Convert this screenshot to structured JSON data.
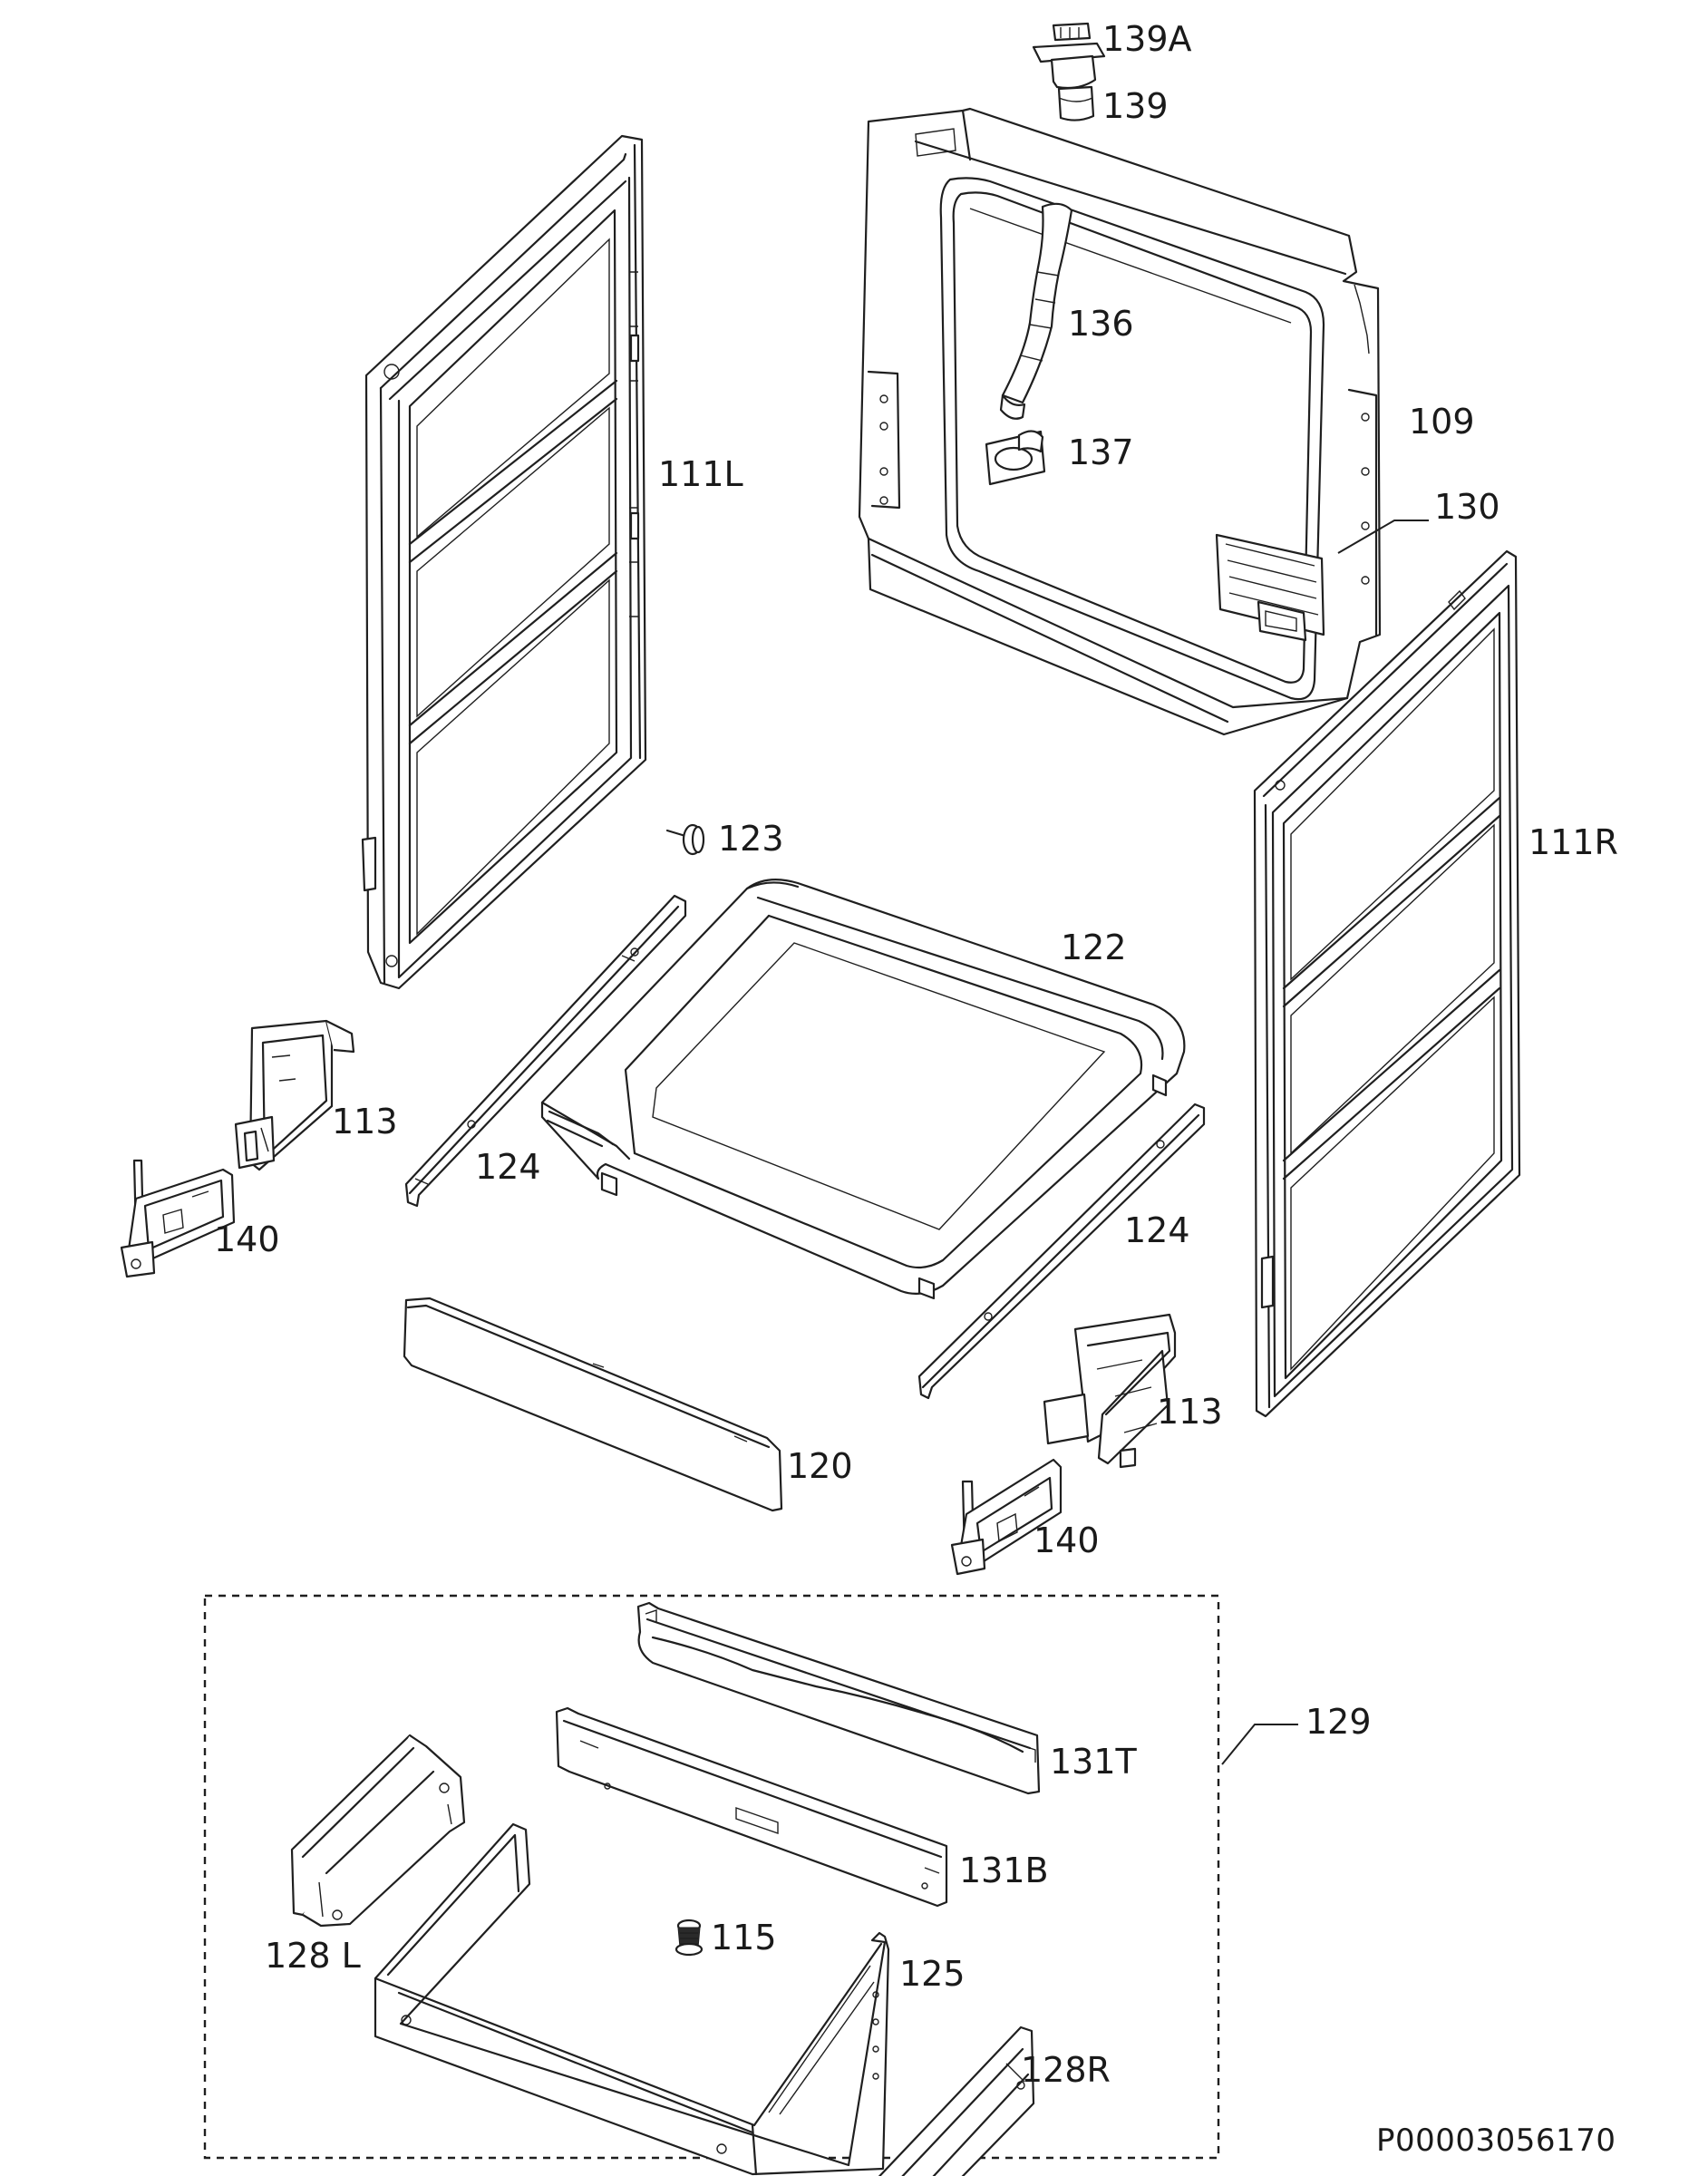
{
  "diagram": {
    "document_code": "P00003056170",
    "parts": [
      {
        "id": "139A",
        "label": "139A"
      },
      {
        "id": "139",
        "label": "139"
      },
      {
        "id": "136",
        "label": "136"
      },
      {
        "id": "137",
        "label": "137"
      },
      {
        "id": "109",
        "label": "109"
      },
      {
        "id": "130",
        "label": "130"
      },
      {
        "id": "111L",
        "label": "111L"
      },
      {
        "id": "111R",
        "label": "111R"
      },
      {
        "id": "123",
        "label": "123"
      },
      {
        "id": "122",
        "label": "122"
      },
      {
        "id": "113-left",
        "label": "113"
      },
      {
        "id": "124-left",
        "label": "124"
      },
      {
        "id": "124-right",
        "label": "124"
      },
      {
        "id": "140-left",
        "label": "140"
      },
      {
        "id": "113-right",
        "label": "113"
      },
      {
        "id": "120",
        "label": "120"
      },
      {
        "id": "140-right",
        "label": "140"
      },
      {
        "id": "129",
        "label": "129"
      },
      {
        "id": "131T",
        "label": "131T"
      },
      {
        "id": "131B",
        "label": "131B"
      },
      {
        "id": "115",
        "label": "115"
      },
      {
        "id": "125",
        "label": "125"
      },
      {
        "id": "128L",
        "label": "128 L"
      },
      {
        "id": "128R",
        "label": "128R"
      }
    ]
  }
}
